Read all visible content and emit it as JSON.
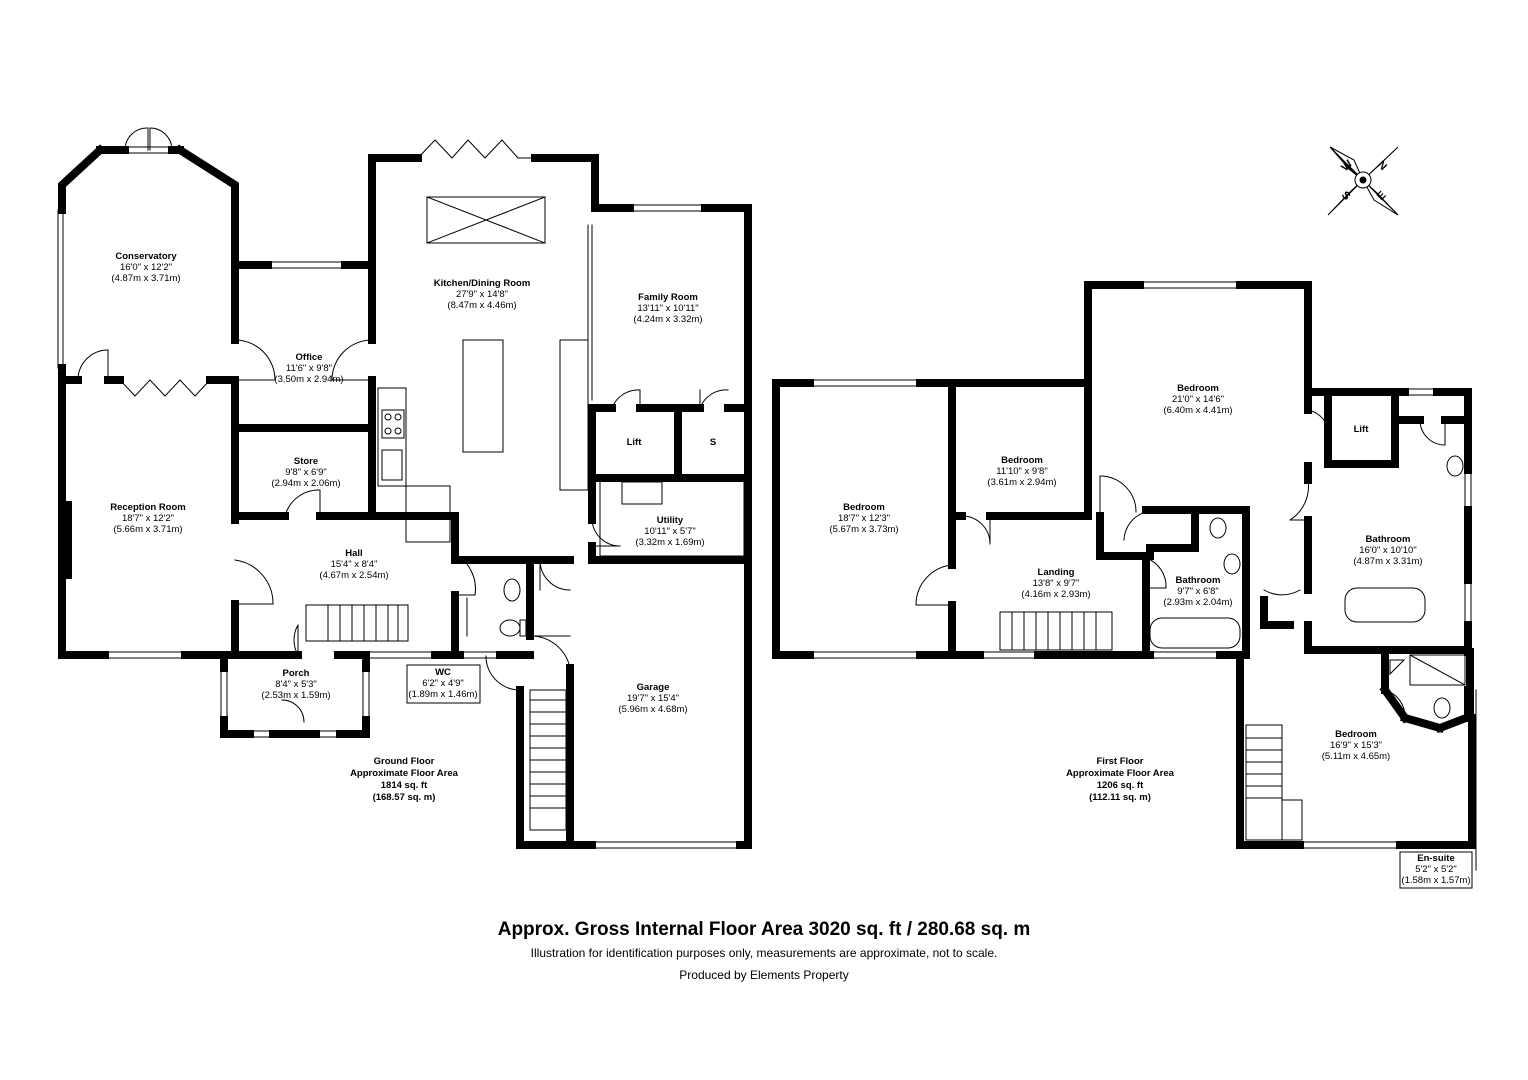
{
  "ground_floor": {
    "rooms": [
      {
        "id": "conservatory",
        "name": "Conservatory",
        "imperial": "16'0\" x 12'2\"",
        "metric": "(4.87m x 3.71m)"
      },
      {
        "id": "office",
        "name": "Office",
        "imperial": "11'6\" x 9'8\"",
        "metric": "(3.50m x 2.94m)"
      },
      {
        "id": "kitchen",
        "name": "Kitchen/Dining Room",
        "imperial": "27'9\" x 14'8\"",
        "metric": "(8.47m x 4.46m)"
      },
      {
        "id": "family",
        "name": "Family Room",
        "imperial": "13'11\" x 10'11\"",
        "metric": "(4.24m x 3.32m)"
      },
      {
        "id": "store",
        "name": "Store",
        "imperial": "9'8\" x 6'9\"",
        "metric": "(2.94m x 2.06m)"
      },
      {
        "id": "reception",
        "name": "Reception Room",
        "imperial": "18'7\" x 12'2\"",
        "metric": "(5.66m x 3.71m)"
      },
      {
        "id": "utility",
        "name": "Utility",
        "imperial": "10'11\" x 5'7\"",
        "metric": "(3.32m x 1.69m)"
      },
      {
        "id": "hall",
        "name": "Hall",
        "imperial": "15'4\" x 8'4\"",
        "metric": "(4.67m x 2.54m)"
      },
      {
        "id": "porch",
        "name": "Porch",
        "imperial": "8'4\" x 5'3\"",
        "metric": "(2.53m x 1.59m)"
      },
      {
        "id": "wc",
        "name": "WC",
        "imperial": "6'2\" x 4'9\"",
        "metric": "(1.89m x 1.46m)"
      },
      {
        "id": "garage",
        "name": "Garage",
        "imperial": "19'7\" x 15'4\"",
        "metric": "(5.96m x 4.68m)"
      }
    ],
    "small_labels": {
      "lift": "Lift",
      "s": "S"
    },
    "area": {
      "line1": "Ground Floor",
      "line2": "Approximate Floor Area",
      "line3": "1814 sq. ft",
      "line4": "(168.57 sq. m)"
    }
  },
  "first_floor": {
    "rooms": [
      {
        "id": "bed1",
        "name": "Bedroom",
        "imperial": "18'7\" x 12'3\"",
        "metric": "(5.67m x 3.73m)"
      },
      {
        "id": "bed2",
        "name": "Bedroom",
        "imperial": "11'10\" x 9'8\"",
        "metric": "(3.61m x 2.94m)"
      },
      {
        "id": "bed3",
        "name": "Bedroom",
        "imperial": "21'0\" x 14'6\"",
        "metric": "(6.40m x 4.41m)"
      },
      {
        "id": "landing",
        "name": "Landing",
        "imperial": "13'8\" x 9'7\"",
        "metric": "(4.16m x 2.93m)"
      },
      {
        "id": "bath1",
        "name": "Bathroom",
        "imperial": "9'7\" x 6'8\"",
        "metric": "(2.93m x 2.04m)"
      },
      {
        "id": "bath2",
        "name": "Bathroom",
        "imperial": "16'0\" x 10'10\"",
        "metric": "(4.87m x 3.31m)"
      },
      {
        "id": "bed4",
        "name": "Bedroom",
        "imperial": "16'9\" x 15'3\"",
        "metric": "(5.11m x 4.65m)"
      },
      {
        "id": "ensuite",
        "name": "En-suite",
        "imperial": "5'2\" x 5'2\"",
        "metric": "(1.58m x 1.57m)"
      }
    ],
    "small_labels": {
      "lift": "Lift"
    },
    "area": {
      "line1": "First Floor",
      "line2": "Approximate Floor Area",
      "line3": "1206 sq. ft",
      "line4": "(112.11 sq. m)"
    }
  },
  "compass": {
    "n": "N",
    "e": "E",
    "s": "S",
    "w": "W"
  },
  "footer": {
    "title": "Approx. Gross Internal Floor Area 3020 sq. ft / 280.68 sq. m",
    "disclaimer": "Illustration for identification purposes only, measurements are approximate, not to scale.",
    "credit": "Produced by Elements Property"
  }
}
